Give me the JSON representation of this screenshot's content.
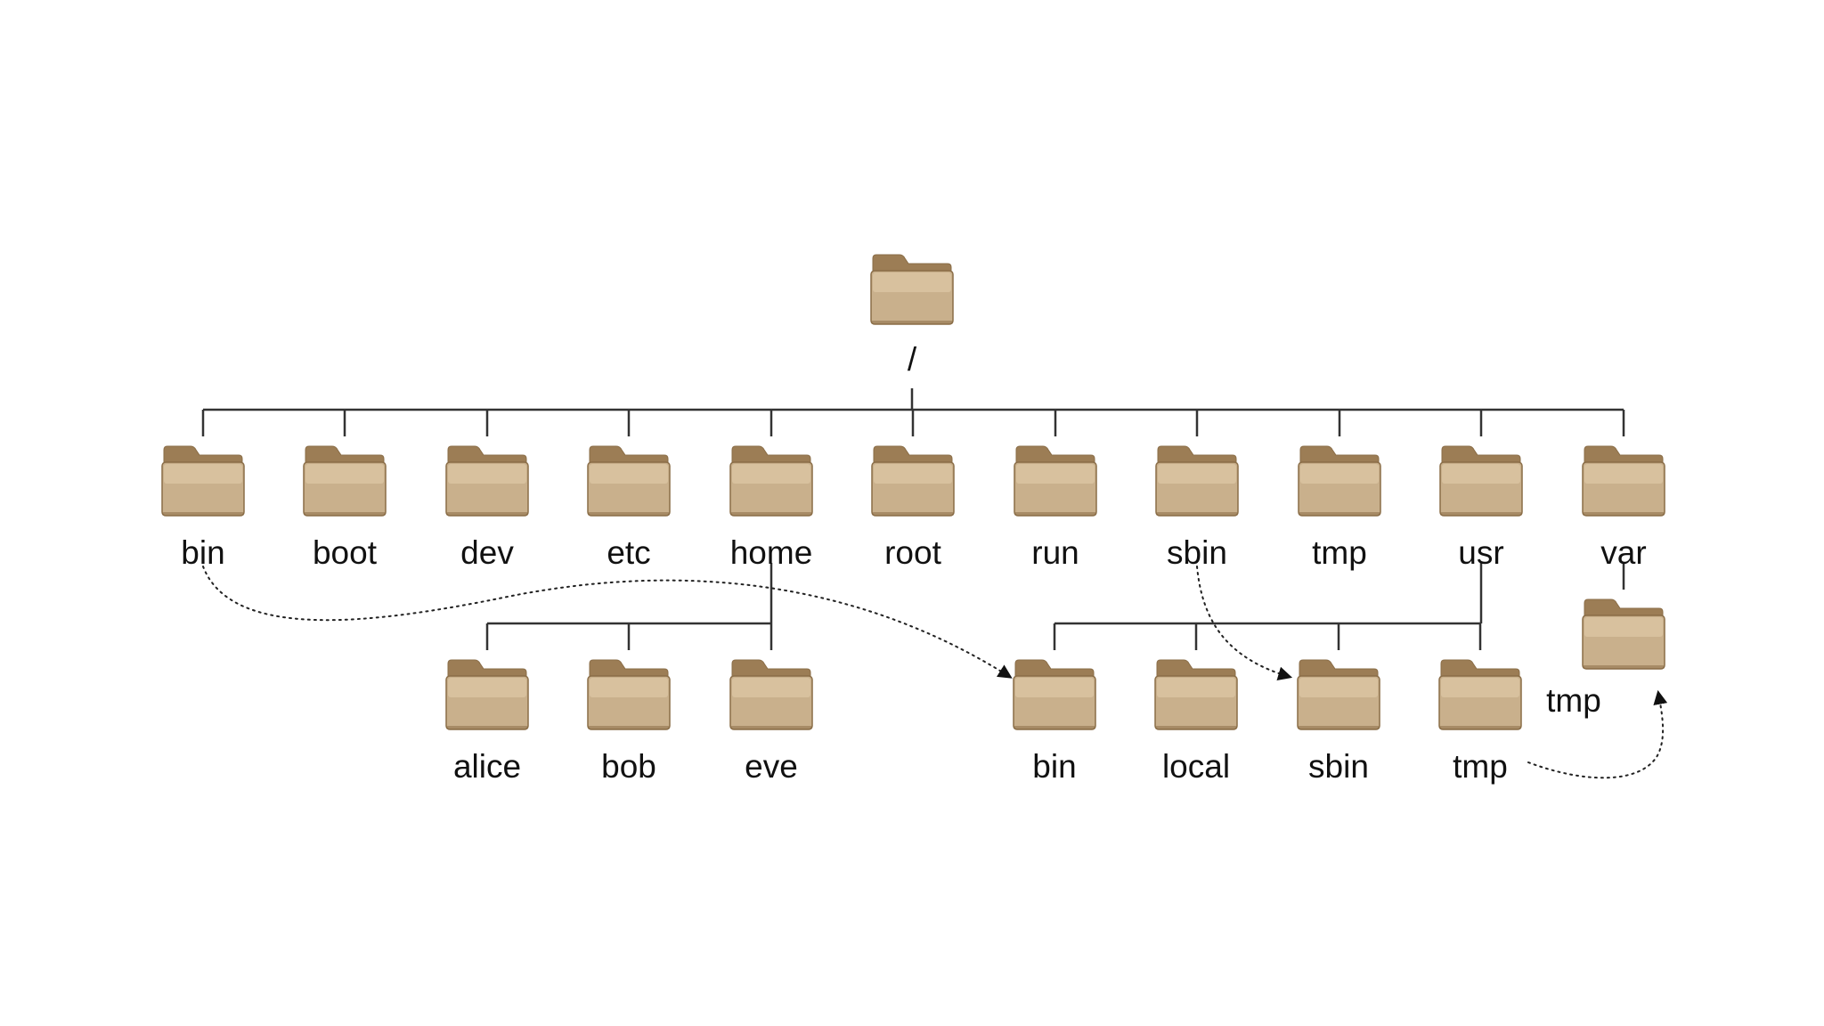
{
  "diagram": {
    "root": {
      "label": "/",
      "icon": "folder-icon"
    },
    "top_level": [
      {
        "key": "bin",
        "label": "bin"
      },
      {
        "key": "boot",
        "label": "boot"
      },
      {
        "key": "dev",
        "label": "dev"
      },
      {
        "key": "etc",
        "label": "etc"
      },
      {
        "key": "home",
        "label": "home"
      },
      {
        "key": "root",
        "label": "root"
      },
      {
        "key": "run",
        "label": "run"
      },
      {
        "key": "sbin",
        "label": "sbin"
      },
      {
        "key": "tmp",
        "label": "tmp"
      },
      {
        "key": "usr",
        "label": "usr"
      },
      {
        "key": "var",
        "label": "var"
      }
    ],
    "home_children": [
      {
        "key": "alice",
        "label": "alice"
      },
      {
        "key": "bob",
        "label": "bob"
      },
      {
        "key": "eve",
        "label": "eve"
      }
    ],
    "usr_children": [
      {
        "key": "usr_bin",
        "label": "bin"
      },
      {
        "key": "usr_local",
        "label": "local"
      },
      {
        "key": "usr_sbin",
        "label": "sbin"
      },
      {
        "key": "usr_tmp",
        "label": "tmp"
      }
    ],
    "var_children": [
      {
        "key": "var_tmp",
        "label": "tmp"
      }
    ],
    "links": [
      {
        "from": "bin",
        "to": "usr_bin",
        "style": "dotted-arrow"
      },
      {
        "from": "sbin",
        "to": "usr_sbin",
        "style": "dotted-arrow"
      },
      {
        "from": "usr_tmp",
        "to": "var_tmp",
        "style": "dotted-arrow"
      }
    ],
    "colors": {
      "folder_body": "#c9b08c",
      "folder_body_light": "#dcc7a4",
      "folder_tab": "#9c7d55",
      "folder_edge": "#8a6d47",
      "tree_line": "#333333",
      "link_line": "#222222"
    }
  }
}
